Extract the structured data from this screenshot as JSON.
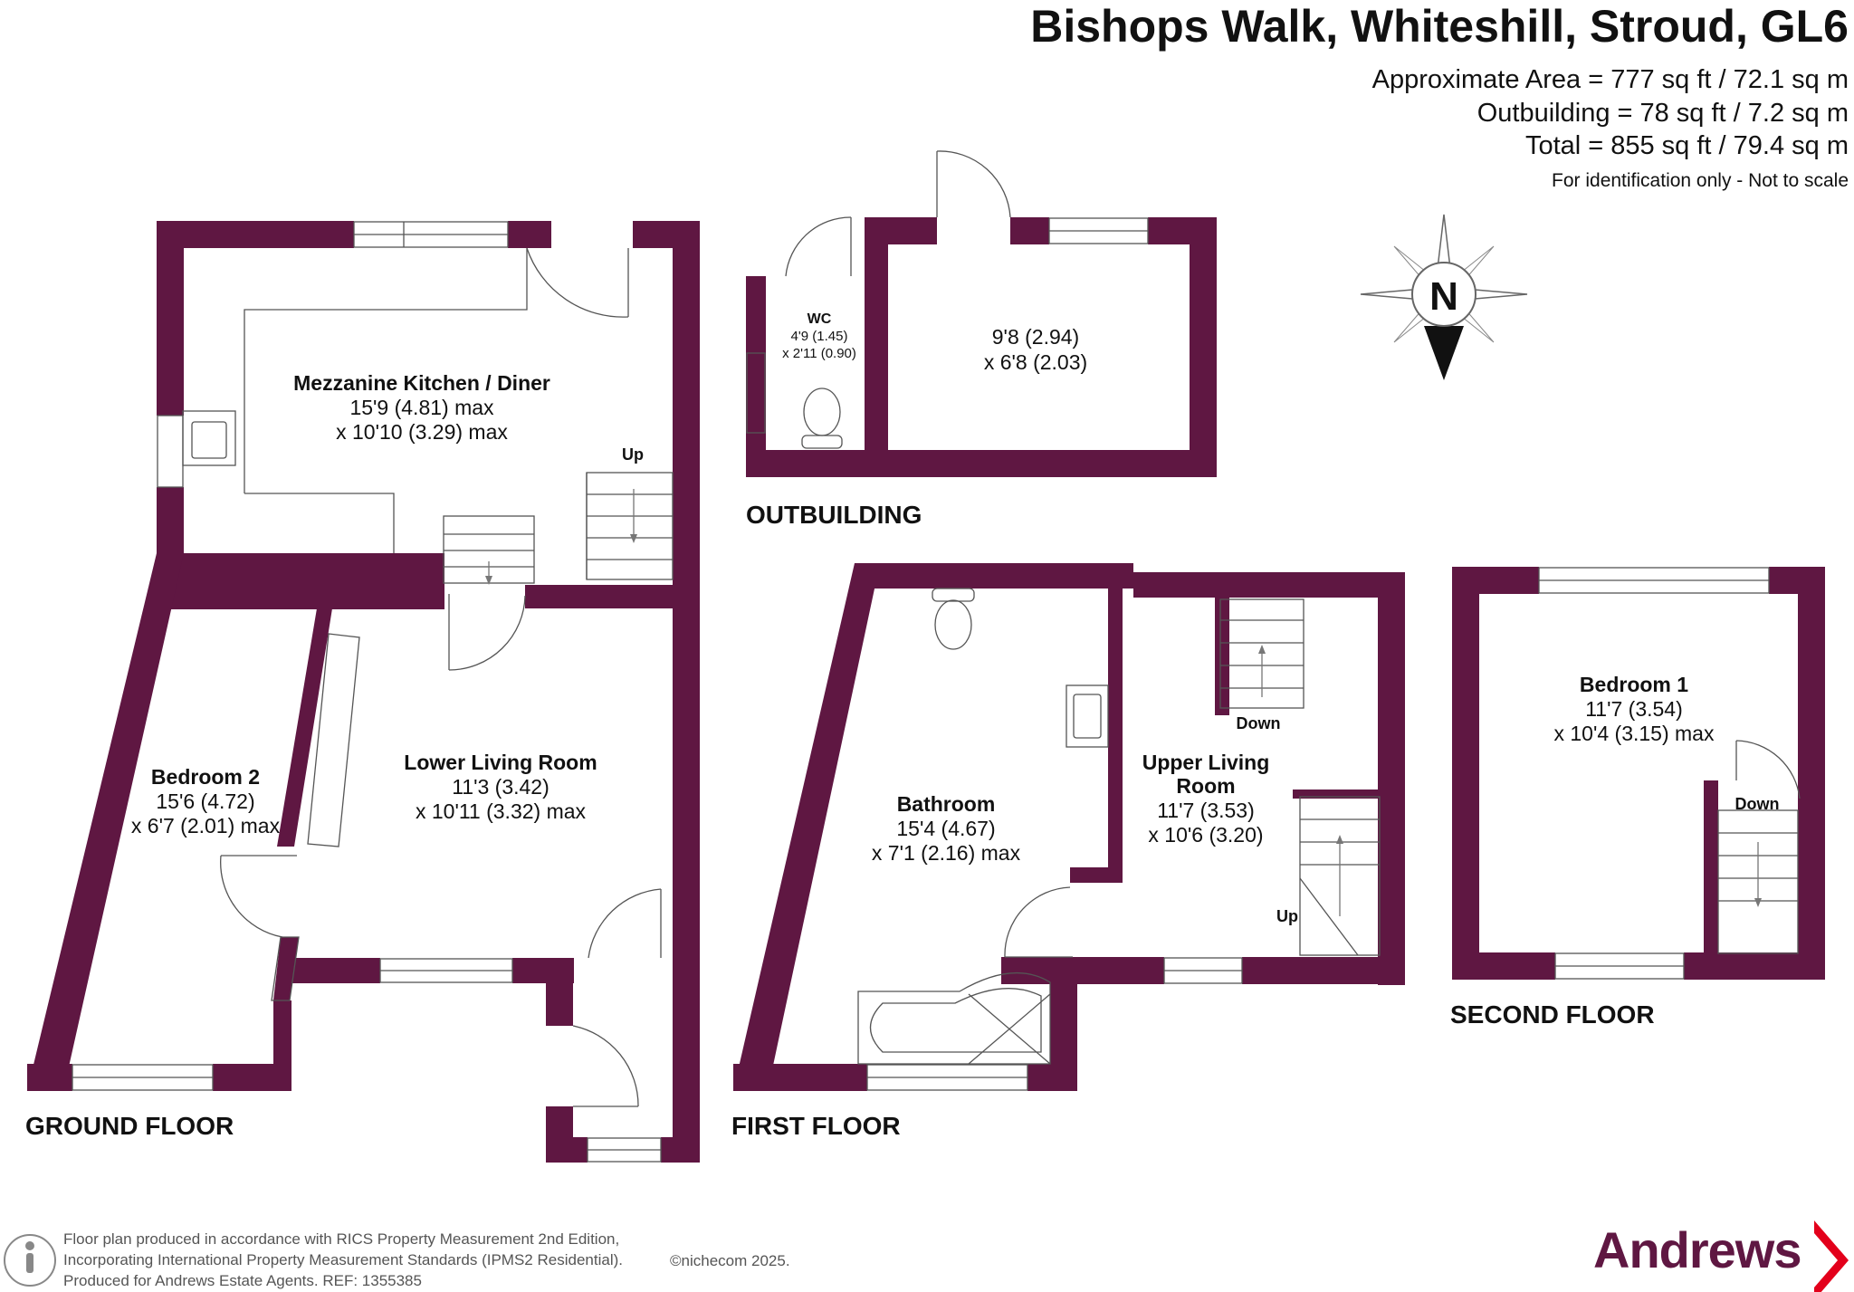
{
  "header": {
    "address": "Bishops Walk, Whiteshill, Stroud, GL6",
    "area_main": "Approximate Area = 777 sq ft / 72.1 sq m",
    "area_outbuilding": "Outbuilding = 78 sq ft / 7.2 sq m",
    "area_total": "Total = 855 sq ft / 79.4 sq m",
    "disclaimer": "For identification only - Not to scale"
  },
  "compass": {
    "letter": "N"
  },
  "floors": {
    "ground": "GROUND FLOOR",
    "first": "FIRST FLOOR",
    "second": "SECOND FLOOR",
    "outbuilding": "OUTBUILDING"
  },
  "rooms": {
    "kitchen": {
      "name": "Mezzanine Kitchen / Diner",
      "dim1": "15'9 (4.81) max",
      "dim2": "x 10'10 (3.29) max"
    },
    "bedroom2": {
      "name": "Bedroom 2",
      "dim1": "15'6 (4.72)",
      "dim2": "x 6'7 (2.01) max"
    },
    "lower_living": {
      "name": "Lower Living Room",
      "dim1": "11'3 (3.42)",
      "dim2": "x 10'11 (3.32) max"
    },
    "wc": {
      "name": "WC",
      "dim1": "4'9 (1.45)",
      "dim2": "x 2'11 (0.90)"
    },
    "outbuilding_room": {
      "dim1": "9'8 (2.94)",
      "dim2": "x 6'8 (2.03)"
    },
    "bathroom": {
      "name": "Bathroom",
      "dim1": "15'4 (4.67)",
      "dim2": "x 7'1 (2.16) max"
    },
    "upper_living": {
      "name1": "Upper Living",
      "name2": "Room",
      "dim1": "11'7 (3.53)",
      "dim2": "x 10'6 (3.20)"
    },
    "bedroom1": {
      "name": "Bedroom 1",
      "dim1": "11'7 (3.54)",
      "dim2": "x 10'4 (3.15) max"
    }
  },
  "stairs": {
    "kitchen_up": "Up",
    "upper_down": "Down",
    "upper_up": "Up",
    "bedroom1_down": "Down"
  },
  "footer": {
    "line1": "Floor plan produced in accordance with RICS Property Measurement 2nd Edition,",
    "line2": "Incorporating International Property Measurement Standards (IPMS2 Residential).",
    "line3": "Produced for Andrews Estate Agents.    REF: 1355385",
    "copyright": "©nichecom 2025."
  },
  "brand": {
    "name": "Andrews"
  },
  "colors": {
    "wall": "#5f1742",
    "brand_chevron": "#e3001b",
    "text": "#111111"
  }
}
